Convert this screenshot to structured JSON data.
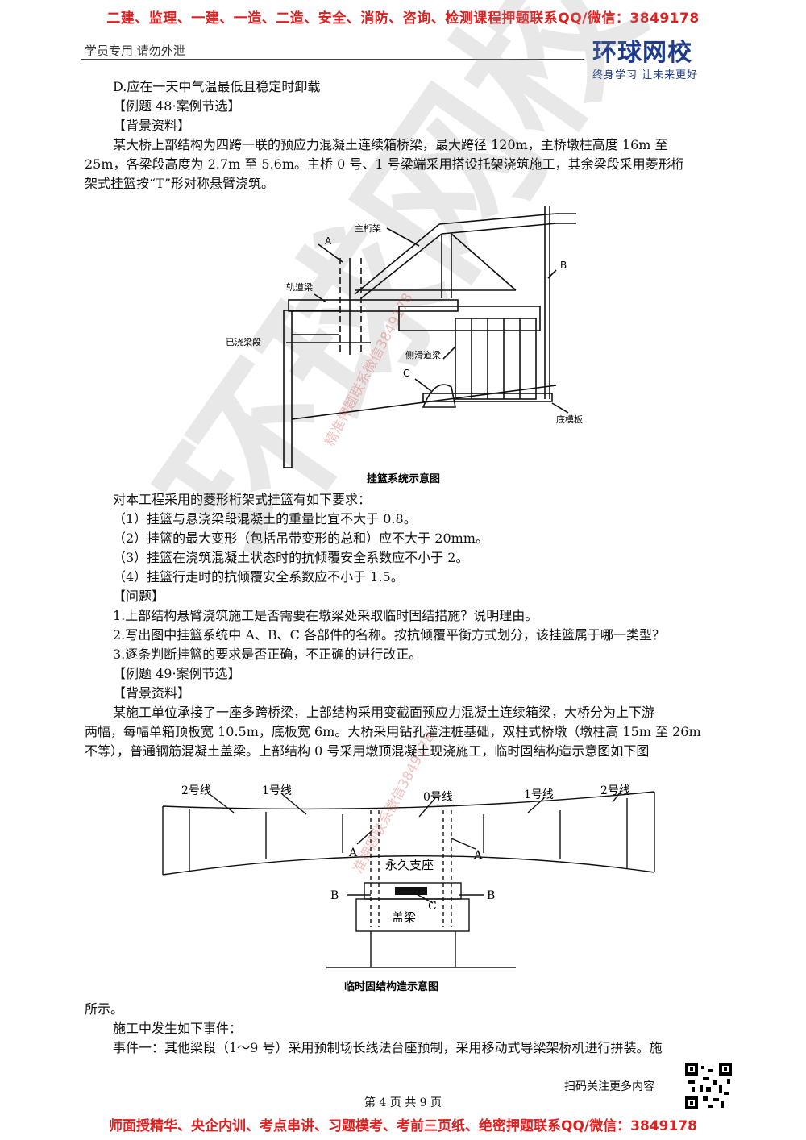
{
  "banner_top": "二建、监理、一建、一造、二造、安全、消防、咨询、检测课程押题联系QQ/微信：3849178",
  "notice": "学员专用 请勿外泄",
  "logo": {
    "main": "环球网校",
    "sub": "终身学习 让未来更好"
  },
  "lines": {
    "l1": "D.应在一天中气温最低且稳定时卸载",
    "l2": "【例题 48·案例节选】",
    "l3": "【背景资料】",
    "l4": "某大桥上部结构为四跨一联的预应力混凝土连续箱桥梁，最大跨径 120m，主桥墩柱高度 16m 至",
    "l5": "25m，各梁段高度为 2.7m 至 5.6m。主桥 0 号、1 号梁端采用搭设托架浇筑施工，其余梁段采用菱形桁",
    "l6": "架式挂篮按“T”形对称悬臂浇筑。",
    "l7": "对本工程采用的菱形桁架式挂篮有如下要求：",
    "l8": "（1）挂篮与悬浇梁段混凝土的重量比宜不大于 0.8。",
    "l9": "（2）挂篮的最大变形（包括吊带变形的总和）应不大于 20mm。",
    "l10": "（3）挂篮在浇筑混凝土状态时的抗倾覆安全系数应不小于 2。",
    "l11": "（4）挂篮行走时的抗倾覆安全系数应不小于 1.5。",
    "l12": "【问题】",
    "l13": "1.上部结构悬臂浇筑施工是否需要在墩梁处采取临时固结措施？说明理由。",
    "l14": "2.写出图中挂篮系统中 A、B、C 各部件的名称。按抗倾覆平衡方式划分，该挂篮属于哪一类型？",
    "l15": "3.逐条判断挂篮的要求是否正确，不正确的进行改正。",
    "l16": "【例题 49·案例节选】",
    "l17": "【背景资料】",
    "l18": "某施工单位承接了一座多跨桥梁，上部结构采用变截面预应力混凝土连续箱梁，大桥分为上下游",
    "l19": "两幅，每幅单箱顶板宽 10.5m，底板宽 6m。大桥采用钻孔灌注桩基础，双柱式桥墩（墩柱高 15m 至 26m",
    "l20": "不等），普通钢筋混凝土盖梁。上部结构 0 号采用墩顶混凝土现浇施工，临时固结构造示意图如下图",
    "l21": "所示。",
    "l22": "施工中发生如下事件：",
    "l23": "事件一：其他梁段（1～9 号）采用预制场长线法台座预制，采用移动式导梁架桥机进行拼装。施"
  },
  "figure1": {
    "caption": "挂篮系统示意图",
    "labels": {
      "main_truss": "主桁架",
      "a": "A",
      "b": "B",
      "c": "C",
      "track_beam": "轨道梁",
      "cast_segment": "已浇梁段",
      "side_track": "侧滑道梁",
      "bottom_form": "底模板"
    }
  },
  "figure2": {
    "caption": "临时固结构造示意图",
    "labels": {
      "line2_left": "2号线",
      "line1_left": "1号线",
      "line0": "0号线",
      "line1_right": "1号线",
      "line2_right": "2号线",
      "a_left": "A",
      "a_right": "A",
      "b_left": "B",
      "b_right": "B",
      "c": "C",
      "bearing": "永久支座",
      "cap_beam": "盖梁"
    }
  },
  "watermarks": {
    "w1": "精准押题联系微信3849178",
    "w2": "准押题联系微信3849178",
    "big": "环球网校"
  },
  "footer": {
    "page": "第 4 页 共 9 页",
    "scan": "扫码关注更多内容"
  },
  "banner_bottom": "师面授精华、央企内训、考点串讲、习题模考、考前三页纸、绝密押题联系QQ/微信：3849178"
}
